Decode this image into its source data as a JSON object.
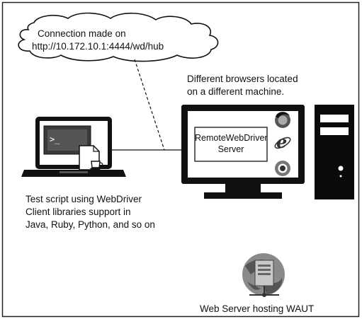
{
  "cloud": {
    "line1": "Connection made on",
    "line2": "http://10.172.10.1:4444/wd/hub"
  },
  "remote_machine": {
    "caption_line1": "Different browsers located",
    "caption_line2": "on a different machine.",
    "server_box_line1": "RemoteWebDriver",
    "server_box_line2": "Server",
    "browser_icons": [
      "firefox-icon",
      "internet-explorer-icon",
      "chrome-icon"
    ]
  },
  "laptop": {
    "terminal_prompt": ">_",
    "caption_lines": [
      "Test script using WebDriver",
      "Client libraries support in",
      "Java, Ruby, Python, and so on"
    ]
  },
  "web_server": {
    "caption": "Web Server hosting WAUT"
  },
  "colors": {
    "stroke": "#000000",
    "panel": "#ffffff",
    "screen_dark": "#2b2b2b",
    "tower": "#0a0a0a"
  }
}
